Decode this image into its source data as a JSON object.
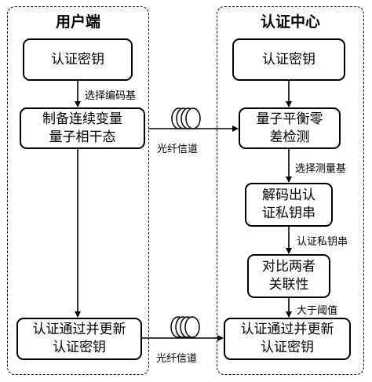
{
  "lanes": {
    "user": {
      "title": "用户端"
    },
    "center": {
      "title": "认证中心"
    }
  },
  "user_nodes": {
    "key": "认证密钥",
    "prepare_l1": "制备连续变量",
    "prepare_l2": "量子相干态",
    "update_l1": "认证通过并更新",
    "update_l2": "认证密钥"
  },
  "center_nodes": {
    "key": "认证密钥",
    "detect_l1": "量子平衡零",
    "detect_l2": "差检测",
    "decode_l1": "解码出认",
    "decode_l2": "证私钥串",
    "compare_l1": "对比两者",
    "compare_l2": "关联性",
    "update_l1": "认证通过并更新",
    "update_l2": "认证密钥"
  },
  "edge_labels": {
    "select_encode_basis": "选择编码基",
    "fiber_channel_1": "光纤信道",
    "select_measure_basis": "选择测量基",
    "auth_private_key": "认证私钥串",
    "greater_than_threshold": "大于阈值",
    "fiber_channel_2": "光纤信道"
  },
  "icons": {
    "fiber_coil": "fiber-coil-icon"
  }
}
